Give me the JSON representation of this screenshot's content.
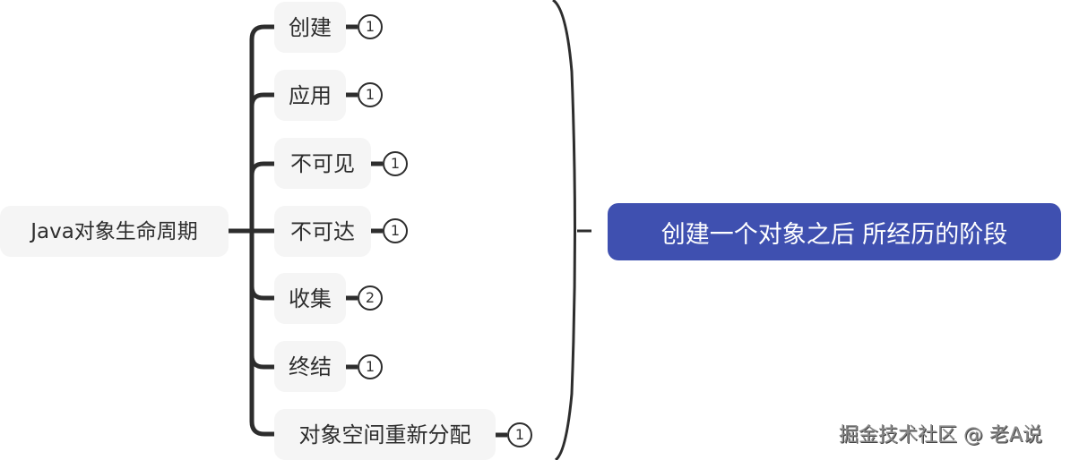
{
  "root": {
    "label": "Java对象生命周期"
  },
  "children": [
    {
      "label": "创建",
      "badge": "1"
    },
    {
      "label": "应用",
      "badge": "1"
    },
    {
      "label": "不可见",
      "badge": "1"
    },
    {
      "label": "不可达",
      "badge": "1"
    },
    {
      "label": "收集",
      "badge": "2"
    },
    {
      "label": "终结",
      "badge": "1"
    },
    {
      "label": "对象空间重新分配",
      "badge": "1"
    }
  ],
  "summary": {
    "label": "创建一个对象之后 所经历的阶段",
    "color": "#3f50b0"
  },
  "watermark": {
    "text": "掘金技术社区 @ 老A说"
  },
  "colors": {
    "line": "#2d2d2d",
    "node_bg": "#f5f5f5"
  }
}
